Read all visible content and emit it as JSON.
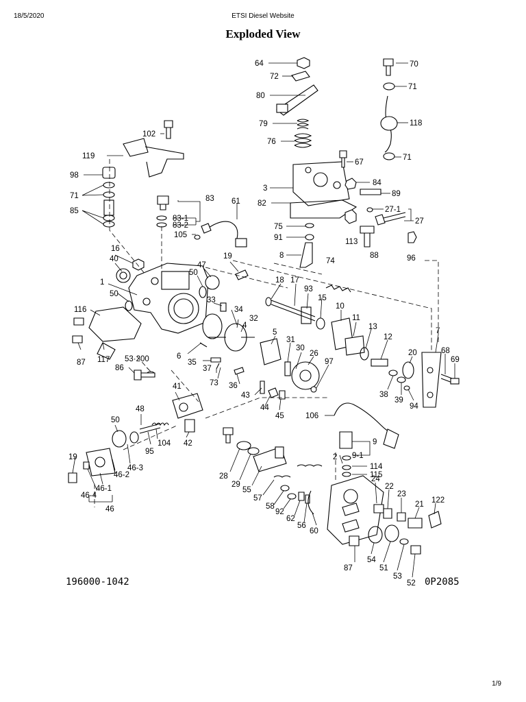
{
  "header": {
    "date": "18/5/2020",
    "site": "ETSI Diesel Website"
  },
  "title": "Exploded View",
  "footer": {
    "page": "1/9"
  },
  "diagram": {
    "drawing_number": "196000-1042",
    "reference_code": "0P2085",
    "part_labels": {
      "p64": "64",
      "p72": "72",
      "p80": "80",
      "p79": "79",
      "p76": "76",
      "p70": "70",
      "p71a": "71",
      "p118": "118",
      "p71b": "71",
      "p67": "67",
      "p3": "3",
      "p84": "84",
      "p89": "89",
      "p82": "82",
      "p27_1": "27-1",
      "p27": "27",
      "p75": "75",
      "p91": "91",
      "p113": "113",
      "p88": "88",
      "p96": "96",
      "p8": "8",
      "p74": "74",
      "p102": "102",
      "p119": "119",
      "p98": "98",
      "p71c": "71",
      "p85": "85",
      "p83": "83",
      "p83_1": "83-1",
      "p83_2": "83-2",
      "p61": "61",
      "p105": "105",
      "p16": "16",
      "p40": "40",
      "p47": "47",
      "p50a": "50",
      "p19a": "19",
      "p1": "1",
      "p50b": "50",
      "p18": "18",
      "p17": "17",
      "p93": "93",
      "p15": "15",
      "p10": "10",
      "p11": "11",
      "p13": "13",
      "p12": "12",
      "p7": "7",
      "p116": "116",
      "p87a": "87",
      "p117": "117",
      "p33": "33",
      "p34": "34",
      "p32": "32",
      "p4": "4",
      "p5": "5",
      "p31": "31",
      "p30": "30",
      "p26": "26",
      "p97": "97",
      "p20": "20",
      "p68": "68",
      "p69": "69",
      "p6": "6",
      "p35": "35",
      "p37": "37",
      "p73": "73",
      "p36": "36",
      "p53_200": "53·200",
      "p86": "86",
      "p43": "43",
      "p44": "44",
      "p45": "45",
      "p38": "38",
      "p39": "39",
      "p94": "94",
      "p41": "41",
      "p106": "106",
      "p50c": "50",
      "p48": "48",
      "p104": "104",
      "p42": "42",
      "p95": "95",
      "p9": "9",
      "p9_1": "9-1",
      "p19b": "19",
      "p46_2": "46-2",
      "p46_3": "46-3",
      "p46_1": "46-1",
      "p46_4": "46-4",
      "p46": "46",
      "p2": "2",
      "p114": "114",
      "p115": "115",
      "p28": "28",
      "p29": "29",
      "p55": "55",
      "p57": "57",
      "p58": "58",
      "p92": "92",
      "p62": "62",
      "p56": "56",
      "p60": "60",
      "p24": "24",
      "p22": "22",
      "p23": "23",
      "p21": "21",
      "p122": "122",
      "p87b": "87",
      "p54": "54",
      "p51": "51",
      "p53": "53",
      "p52": "52"
    }
  }
}
